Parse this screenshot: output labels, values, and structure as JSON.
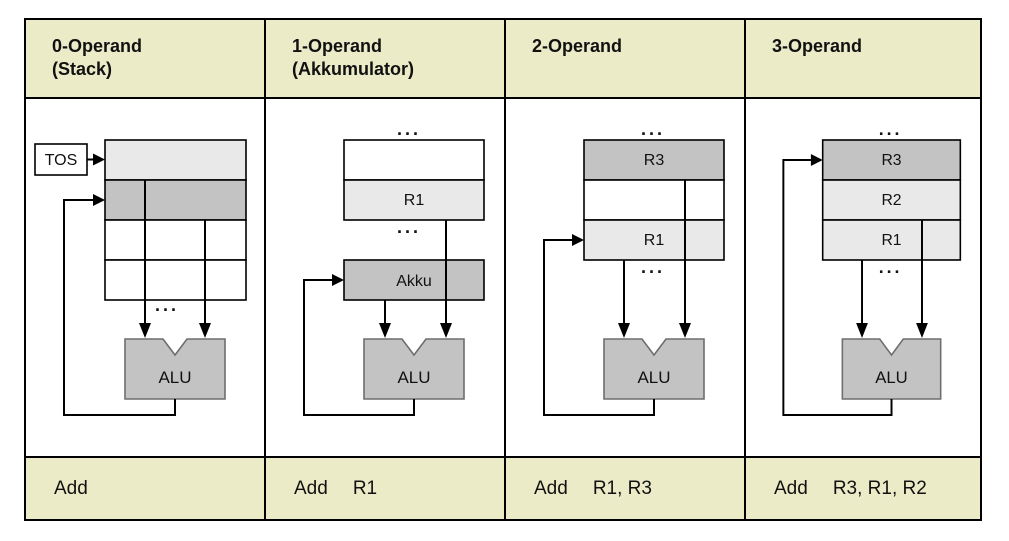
{
  "columns": [
    {
      "header_line1": "0-Operand",
      "header_line2": "(Stack)",
      "opcode": "Add",
      "operands": ""
    },
    {
      "header_line1": "1-Operand",
      "header_line2": "(Akkumulator)",
      "opcode": "Add",
      "operands": "R1"
    },
    {
      "header_line1": "2-Operand",
      "header_line2": "",
      "opcode": "Add",
      "operands": "R1, R3"
    },
    {
      "header_line1": "3-Operand",
      "header_line2": "",
      "opcode": "Add",
      "operands": "R3, R1, R2"
    }
  ],
  "labels": {
    "tos": "TOS",
    "r1": "R1",
    "r2": "R2",
    "r3": "R3",
    "akku": "Akku",
    "alu": "ALU",
    "ellipsis": "..."
  },
  "colors": {
    "table_bg": "#ebebc8",
    "register_light": "#e9e9e9",
    "register_mid": "#c3c3c3",
    "alu_fill": "#c3c3c3",
    "alu_stroke": "#6e6e6e",
    "line": "#000000"
  }
}
